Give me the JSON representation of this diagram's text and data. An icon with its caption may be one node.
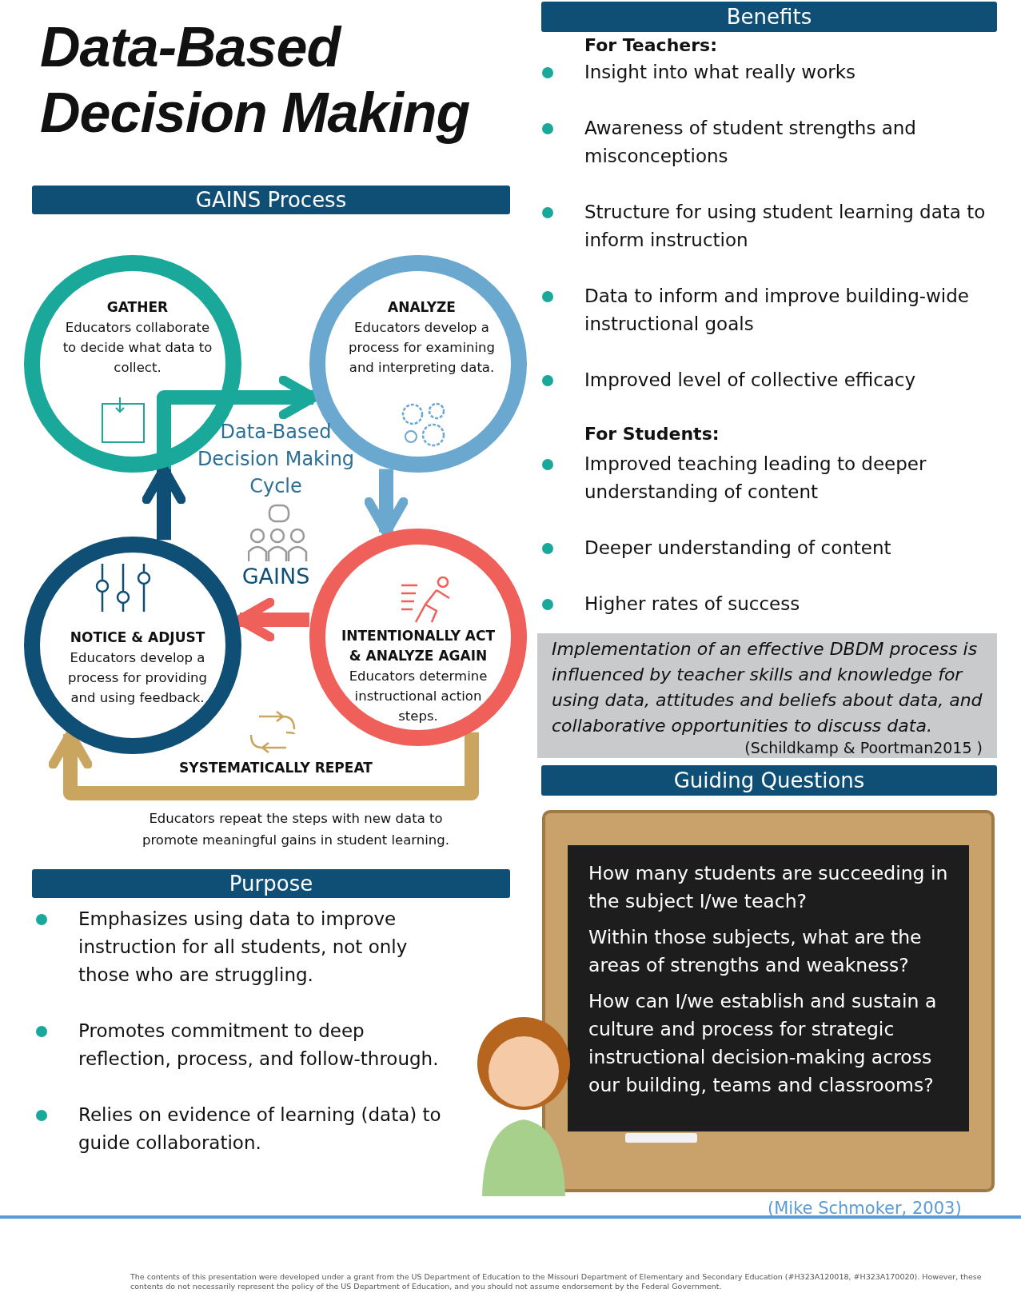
{
  "diagram": {
    "title": "Data-Based Decision Making",
    "nodes": [
      {
        "text": [
          "GAINS Process"
        ]
      },
      {
        "text": [
          "GATHER",
          "Educators collaborate to decide what data to collect."
        ]
      },
      {
        "text": [
          "ANALYZE",
          "Educators develop a process for examining and interpreting data."
        ]
      },
      {
        "text": [
          "INTENTIONALLY ACT & ANALYZE AGAIN",
          "Educators determine instructional action steps."
        ]
      },
      {
        "text": [
          "NOTICE & ADJUST",
          "Educators develop a process for providing and using feedback."
        ]
      },
      {
        "text": [
          "Purpose"
        ]
      },
      {
        "text": [
          "Benefits"
        ]
      },
      {
        "text": [
          "Implementation of an effective DBDM process is influenced by teacher skills and knowledge for using data, attitudes and beliefs about data, and collaborative opportunities to discuss data.",
          "(Schildkamp & Poortman2015 )"
        ]
      },
      {
        "text": [
          "Guiding Questions"
        ]
      },
      {
        "text": [
          "How many students are succeeding in the subject I/we teach?",
          "Within those subjects, what are the areas of strengths and weakness?",
          "How can I/we establish and sustain a culture and process for strategic instructional decision-making across our building, teams and classrooms?"
        ],
        "beside": [
          "(Mike Schmoker, 2003)"
        ]
      },
      {
        "text": [],
        "shape": "picture"
      }
    ],
    "edges": [
      {
        "from": 1,
        "to": 2,
        "arrow": "to",
        "color": "#1aa89b"
      },
      {
        "from": 2,
        "to": 3,
        "arrow": "to",
        "color": "#6aa8d0"
      },
      {
        "from": 3,
        "to": 4,
        "arrow": "to",
        "color": "#f0605a"
      },
      {
        "from": 4,
        "to": 1,
        "arrow": "to",
        "color": "#104f75"
      },
      {
        "from": 3,
        "to": 4,
        "arrow": "to",
        "color": "#c9a55f"
      }
    ],
    "labels": [
      "Data-Based Decision Making Cycle",
      "GAINS",
      "SYSTEMATICALLY REPEAT",
      "Educators repeat the steps with new data to promote meaningful gains in student learning.",
      "Emphasizes using data to improve instruction for all students, not only those who are struggling.",
      "Promotes commitment to deep reflection, process, and follow-through.",
      "Relies on evidence of learning (data) to guide collaboration.",
      "For Teachers:",
      "Insight into what really works",
      "Awareness of student strengths and misconceptions",
      "Structure for using student learning data to inform instruction",
      "Data to inform and improve building-wide instructional goals",
      "Improved level of collective efficacy",
      "For Students:",
      "Improved teaching leading to deeper understanding of content",
      "Deeper understanding of content",
      "Higher rates of success",
      "The contents of this presentation were developed under a grant from the US Department of Education to the Missouri Department of Elementary and Secondary Education (#H323A120018, #H323A170020).  However, these contents do not necessarily represent the policy of the US Department of Education, and you should not assume endorsement by the Federal Government."
    ]
  }
}
